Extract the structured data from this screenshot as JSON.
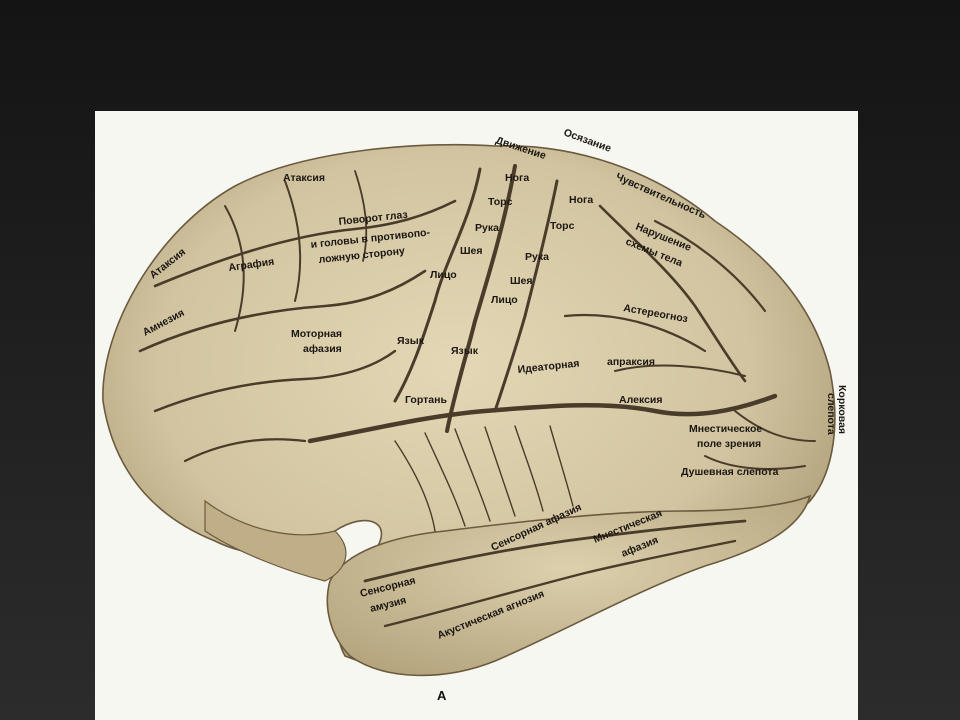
{
  "figure": {
    "caption": "А",
    "labels": {
      "ataxia": "Атаксия",
      "movement": "Движение",
      "touch": "Осязание",
      "sensitivity": "Чувствительность",
      "leg_motor": "Нога",
      "torso_motor": "Торс",
      "arm_motor": "Рука",
      "neck_motor": "Шея",
      "face_motor": "Лицо",
      "leg_sensory": "Нога",
      "torso_sensory": "Торс",
      "arm_sensory": "Рука",
      "neck_sensory": "Шея",
      "face_sensory": "Лицо",
      "gaze_turn_1": "Поворот глаз",
      "gaze_turn_2": "и головы в противопо-",
      "gaze_turn_3": "ложную сторону",
      "body_scheme_1": "Нарушение",
      "body_scheme_2": "схемы тела",
      "ataxia_front": "Атаксия",
      "agraphia": "Аграфия",
      "amnesia": "Амнезия",
      "motor_aphasia_1": "Моторная",
      "motor_aphasia_2": "афазия",
      "tongue_motor": "Язык",
      "tongue_sensory": "Язык",
      "larynx": "Гортань",
      "astereognosis": "Астереогноз",
      "ideatory": "Идеаторная",
      "apraxia": "апраксия",
      "alexia": "Алексия",
      "mnestic_field_1": "Мнестическое",
      "mnestic_field_2": "поле зрения",
      "mental_blindness": "Душевная слепота",
      "cortical_blindness_1": "Корковая",
      "cortical_blindness_2": "слепота",
      "sensory_aphasia": "Сенсорная афазия",
      "mnestic_aphasia_1": "Мнестическая",
      "mnestic_aphasia_2": "афазия",
      "sensory_amusia_1": "Сенсорная",
      "sensory_amusia_2": "амузия",
      "acoustic_agnosia": "Акустическая агнозия"
    }
  },
  "colors": {
    "background": "#1f1f1f",
    "panel": "#f7f7f2",
    "brain": "#d2c4a0",
    "sulcus": "#4a3c2a"
  }
}
